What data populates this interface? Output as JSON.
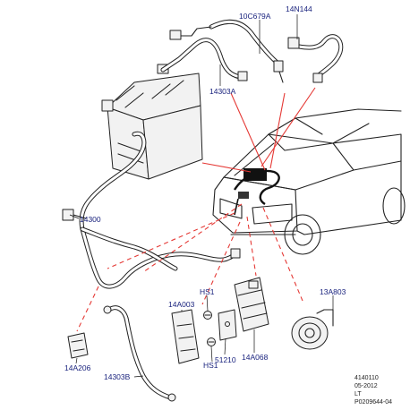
{
  "part_labels": {
    "p10C679A": "10C679A",
    "p14N144": "14N144",
    "p14303A": "14303A",
    "p14300": "14300",
    "p13A803": "13A803",
    "pHS1_top": "HS1",
    "p14A003": "14A003",
    "p51210": "51210",
    "pHS1_bottom": "HS1",
    "p14A068": "14A068",
    "p14A206": "14A206",
    "p14303B": "14303B"
  },
  "reference": {
    "line1": "4140110",
    "line2": "05-2012",
    "line3": "LT",
    "line4": "P0209644-04"
  },
  "colors": {
    "label": "#1a237e",
    "callout": "#e53935",
    "linework": "#222222"
  }
}
